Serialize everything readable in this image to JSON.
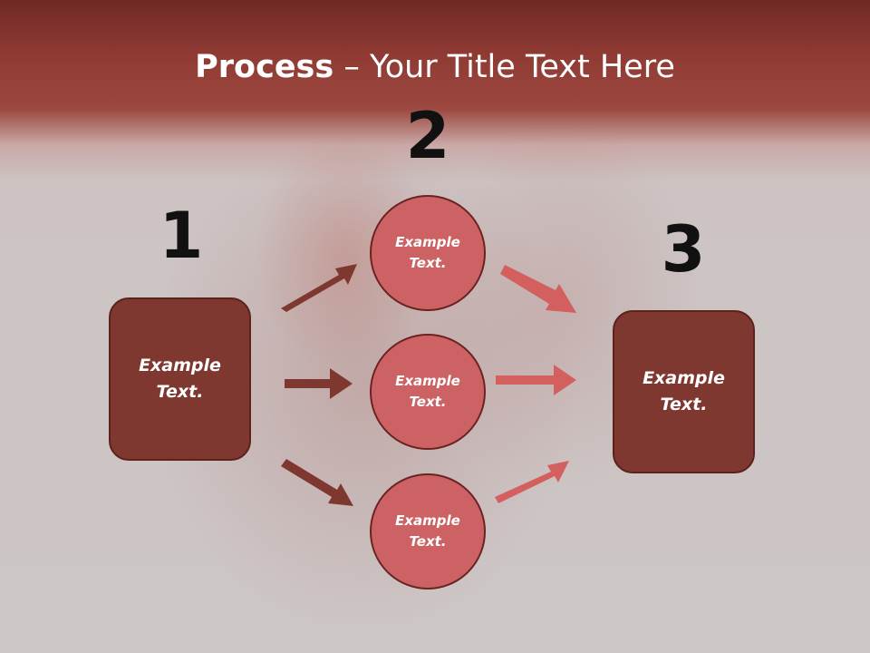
{
  "title": {
    "bold": "Process",
    "rest": " – Your Title Text Here"
  },
  "steps": {
    "one": "1",
    "two": "2",
    "three": "3"
  },
  "left_box": {
    "line1": "Example",
    "line2": "Text."
  },
  "right_box": {
    "line1": "Example",
    "line2": "Text."
  },
  "circles": [
    {
      "line1": "Example",
      "line2": "Text."
    },
    {
      "line1": "Example",
      "line2": "Text."
    },
    {
      "line1": "Example",
      "line2": "Text."
    }
  ],
  "colors": {
    "dark_box": "#7f3830",
    "circle_fill": "#cd6264",
    "arrow_dark": "#7f3830",
    "arrow_light": "#d35f5f"
  }
}
